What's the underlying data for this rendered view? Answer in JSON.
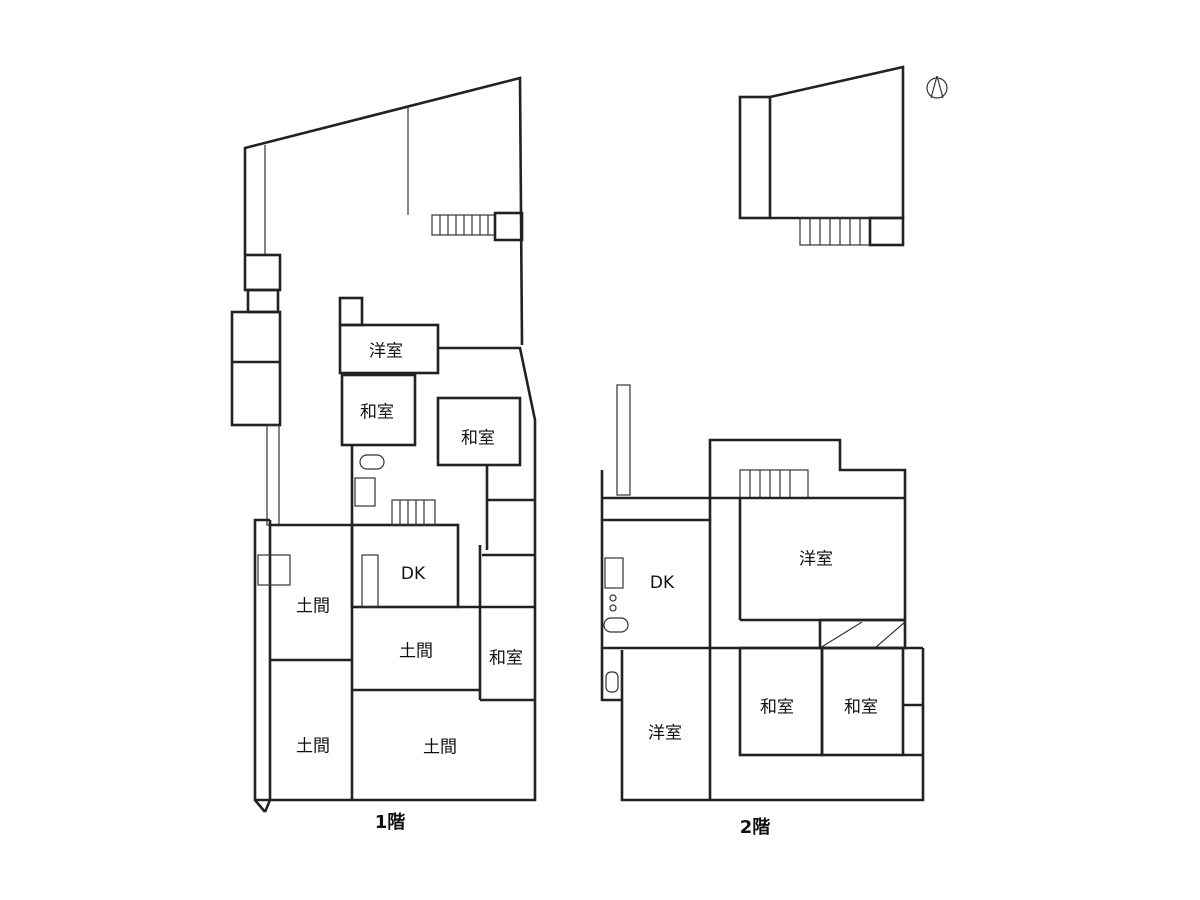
{
  "floor1": {
    "title": "1階",
    "rooms": [
      "洋室",
      "和室",
      "和室",
      "DK",
      "土間",
      "土間",
      "和室",
      "土間",
      "土間"
    ]
  },
  "floor2": {
    "title": "2階",
    "rooms": [
      "DK",
      "洋室",
      "洋室",
      "和室",
      "和室"
    ]
  },
  "compass": {
    "icon": "north-arrow-icon"
  }
}
